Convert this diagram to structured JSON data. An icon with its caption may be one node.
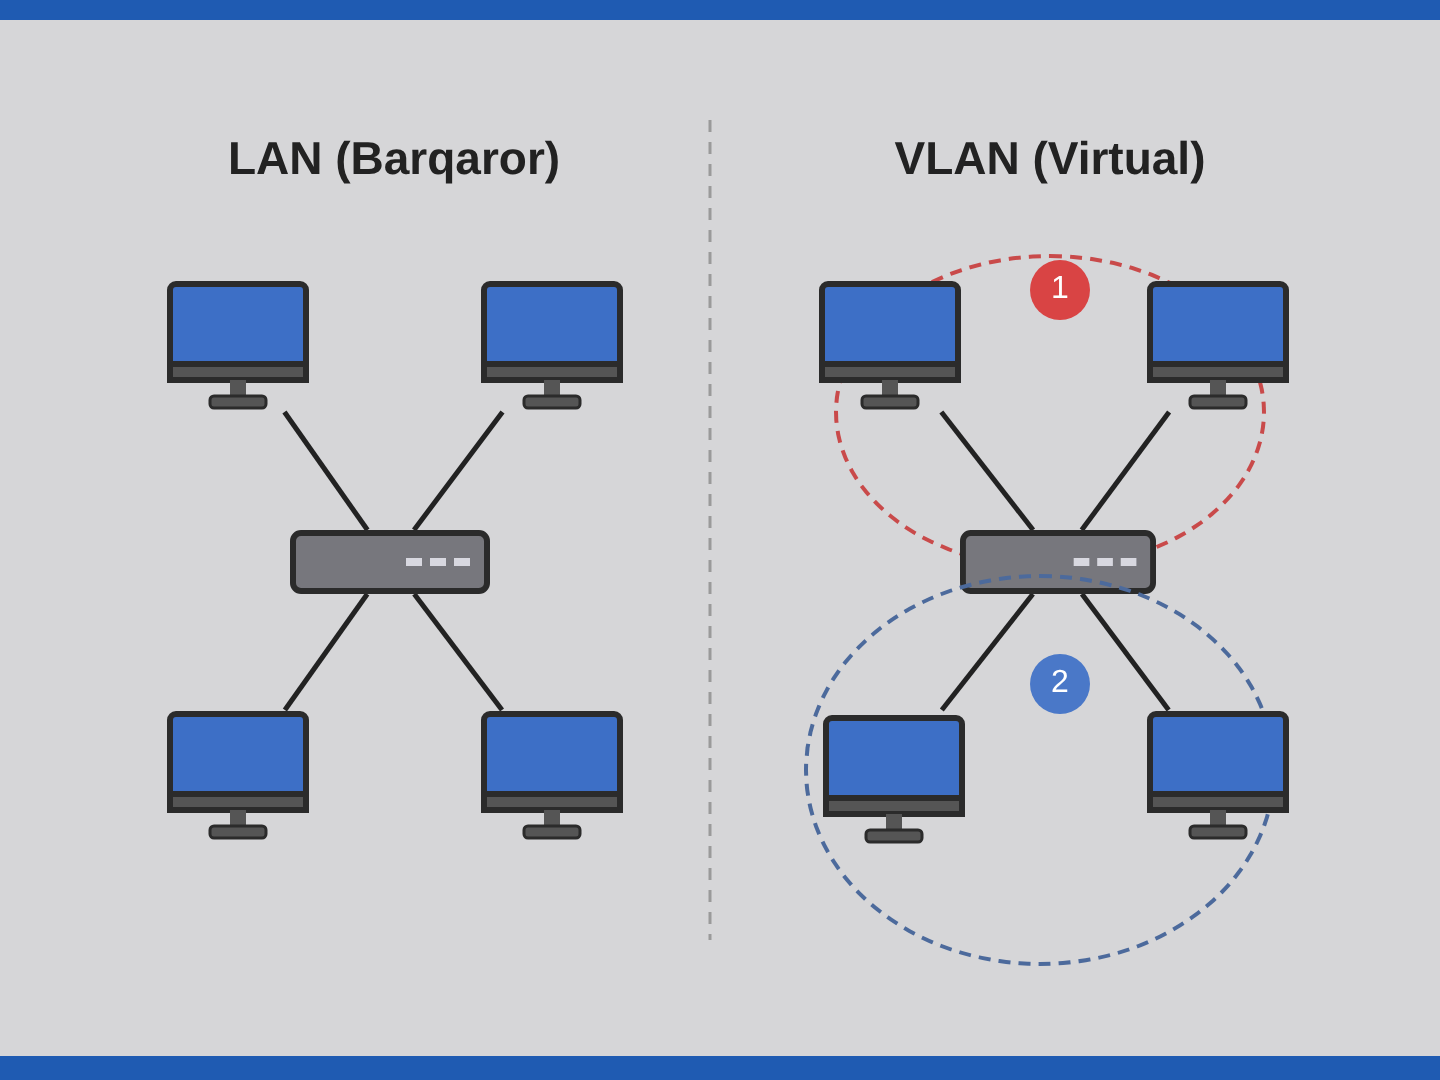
{
  "diagram": {
    "nodes": [
      {
        "text": [],
        "shape": "computer"
      },
      {
        "text": [],
        "shape": "computer"
      },
      {
        "text": [],
        "shape": "box"
      },
      {
        "text": [],
        "shape": "computer"
      },
      {
        "text": [],
        "shape": "computer"
      },
      {
        "text": [],
        "shape": "circle"
      },
      {
        "text": [
          "1"
        ],
        "in": 5
      },
      {
        "text": [],
        "shape": "computer"
      },
      {
        "text": [],
        "shape": "computer"
      },
      {
        "text": [],
        "shape": "box"
      },
      {
        "text": [],
        "shape": "circle"
      },
      {
        "text": [
          "2"
        ],
        "in": 10
      },
      {
        "text": [],
        "shape": "computer",
        "in": 10
      },
      {
        "text": [],
        "shape": "computer"
      }
    ],
    "edges": [
      {
        "from": 2,
        "to": 0,
        "arrow": "none"
      },
      {
        "from": 2,
        "to": 1,
        "arrow": "none"
      },
      {
        "from": 2,
        "to": 3,
        "arrow": "none"
      },
      {
        "from": 2,
        "to": 4,
        "arrow": "none"
      },
      {
        "from": 9,
        "to": 7,
        "arrow": "none"
      },
      {
        "from": 9,
        "to": 8,
        "arrow": "none"
      },
      {
        "from": 9,
        "to": 12,
        "arrow": "none"
      },
      {
        "from": 9,
        "to": 13,
        "arrow": "none"
      }
    ],
    "labels": [
      "LAN (Barqaror)",
      "VLAN (Virtual)"
    ]
  }
}
